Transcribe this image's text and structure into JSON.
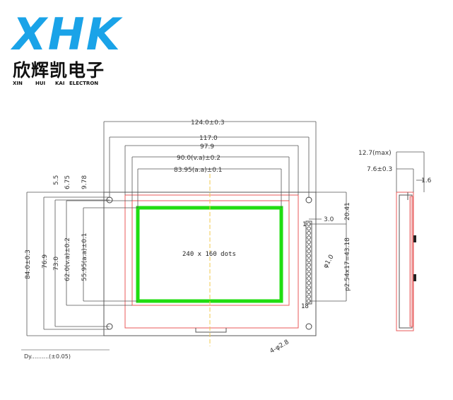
{
  "brand": {
    "logo_text": "XHK",
    "name_cn": "欣辉凯电子",
    "name_en": [
      "XIN",
      "HUI",
      "KAI",
      "ELECTRON"
    ],
    "logo_color": "#1aa3e8"
  },
  "front_view": {
    "dims_top": [
      "124.0±0.3",
      "117.0",
      "97.9",
      "90.0(v.a)±0.2",
      "83.95(a.a)±0.1"
    ],
    "dims_left": [
      "84.0±0.3",
      "76.9",
      "73.0",
      "62.0(v.a)±0.2",
      "55.95(a.a)±0.1"
    ],
    "dims_left_top": [
      "5.5",
      "6.75",
      "9.78"
    ],
    "dims_right": [
      "3.0",
      "20.41",
      "p2.54x17=43.18"
    ],
    "hole_label": "4-φ2.8",
    "pin_hole_label": "φ1.0",
    "pin_first": "1",
    "pin_last": "18",
    "resolution": "240 x 160 dots",
    "bottom_note": "Dy..........(±0.05)"
  },
  "side_view": {
    "dims": [
      "12.7(max)",
      "7.6±0.3",
      "1.6"
    ]
  },
  "colors": {
    "outline": "#555555",
    "bezel": "#e85a5a",
    "active_area": "#22dd11",
    "center_line": "#f2c94c"
  }
}
